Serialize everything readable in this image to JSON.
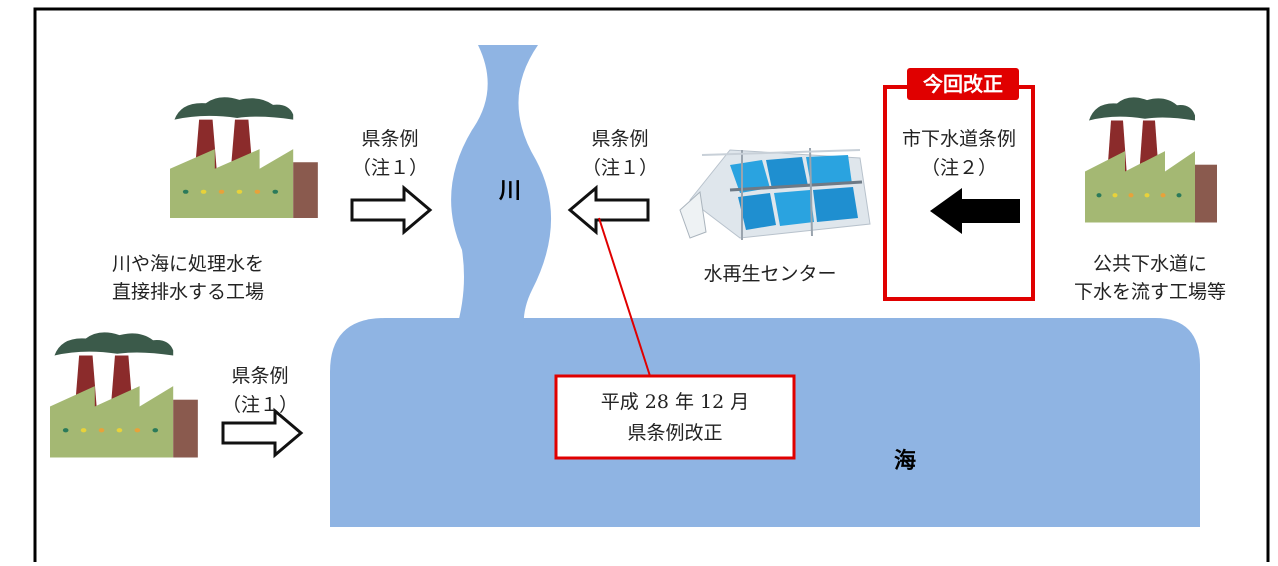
{
  "labels": {
    "factory_direct": [
      "川や海に処理水を",
      "直接排水する工場"
    ],
    "factory_sewer": [
      "公共下水道に",
      "下水を流す工場等"
    ],
    "reclamation_center": "水再生センター",
    "river": "川",
    "sea": "海",
    "rule_pref": [
      "県条例",
      "（注１）"
    ],
    "rule_city": [
      "市下水道条例",
      "（注２）"
    ],
    "revision_badge": "今回改正",
    "callout": [
      "平成 28 年 12 月",
      "県条例改正"
    ]
  },
  "colors": {
    "water": "#8fb4e3",
    "callout_border": "#e00000",
    "badge_bg": "#e00000",
    "factory_wall": "#a4b873",
    "factory_chimney": "#8b2b2b",
    "smoke": "#3b5a4a"
  },
  "icons": [
    "factory-icon",
    "water-reclamation-plant-icon",
    "outline-arrow-icon",
    "solid-arrow-icon"
  ]
}
